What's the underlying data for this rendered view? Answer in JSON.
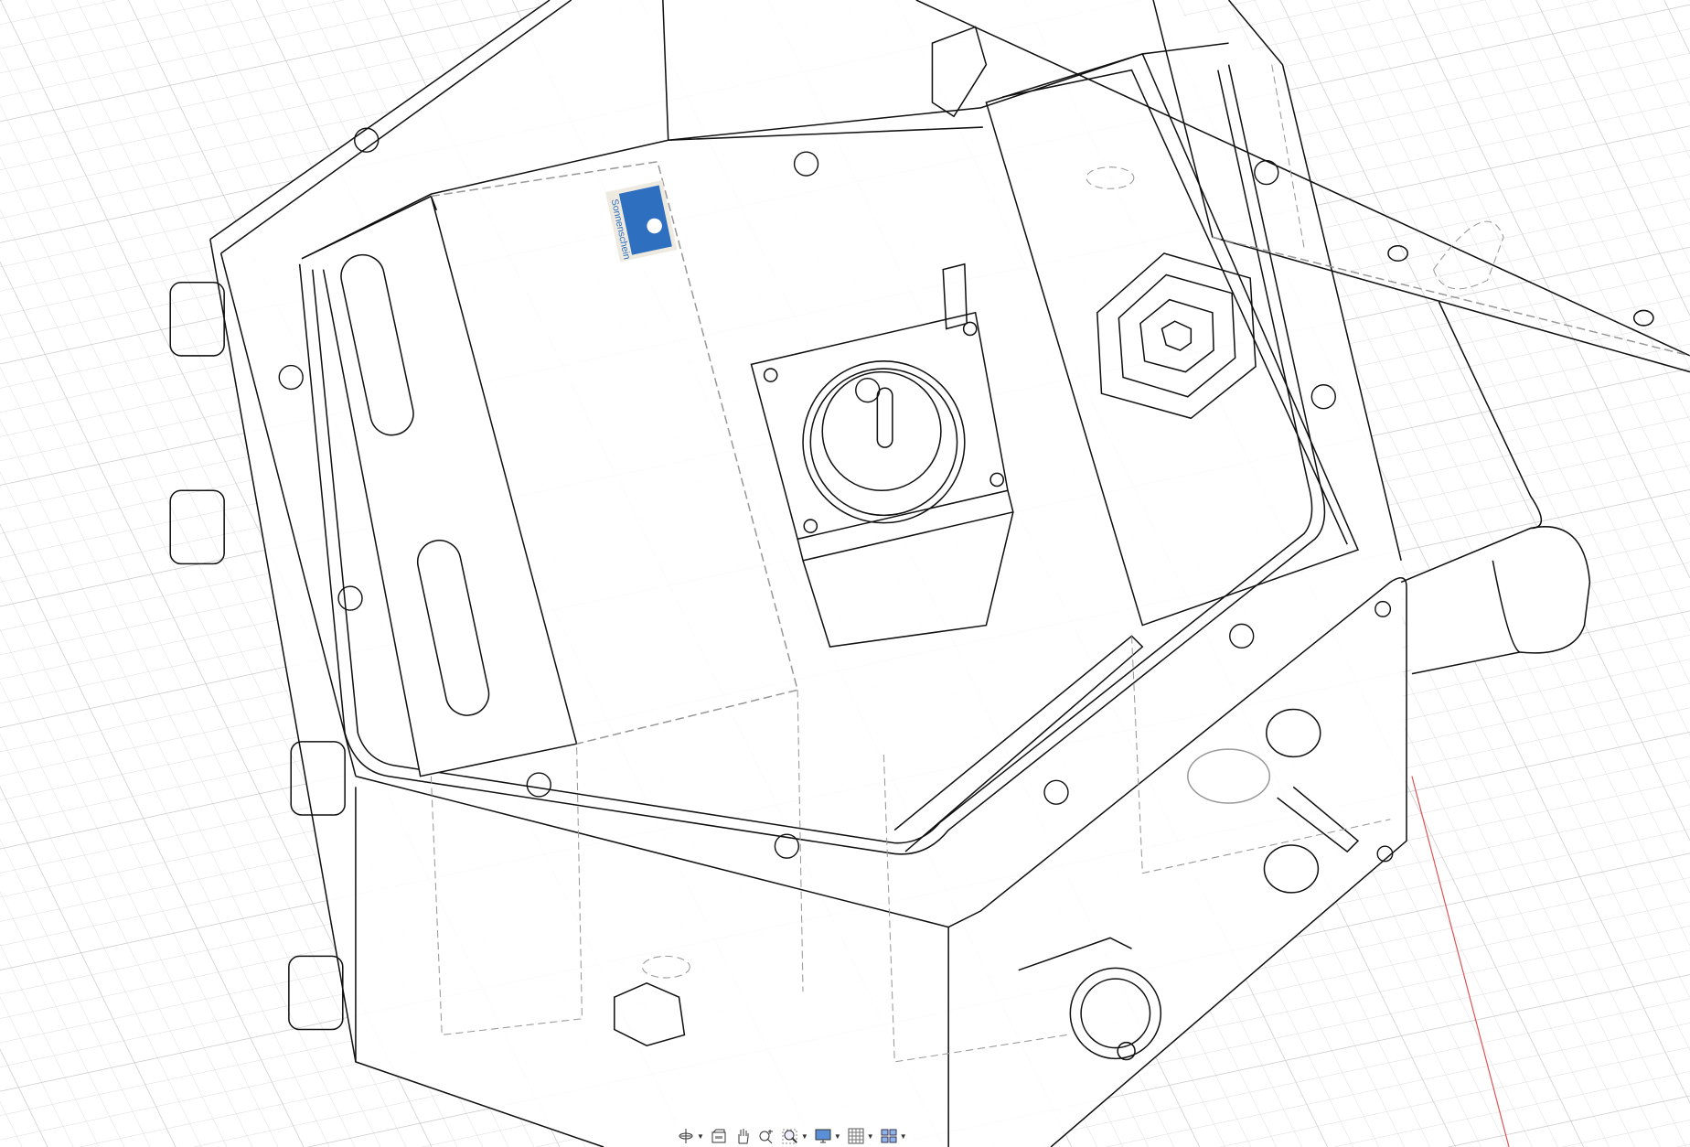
{
  "viewport": {
    "label_logo": "Sonnenschein",
    "colors": {
      "grid": "#d9d9d9",
      "grid_major": "#c4c4c4",
      "lines": "#111111",
      "hidden": "#9a9a9a",
      "axis": "#e05050",
      "logo_blue": "#2f6fc0"
    }
  },
  "toolbar": {
    "items": [
      {
        "name": "orbit",
        "icon": "orbit-icon",
        "dropdown": true
      },
      {
        "name": "look-at",
        "icon": "look-at-icon",
        "dropdown": false
      },
      {
        "name": "pan",
        "icon": "hand-icon",
        "dropdown": false
      },
      {
        "name": "zoom",
        "icon": "zoom-icon",
        "dropdown": false
      },
      {
        "name": "fit",
        "icon": "zoom-window-icon",
        "dropdown": true
      },
      {
        "name": "display-settings",
        "icon": "monitor-icon",
        "dropdown": true
      },
      {
        "name": "grid-snaps",
        "icon": "grid-icon",
        "dropdown": true
      },
      {
        "name": "viewports",
        "icon": "viewports-icon",
        "dropdown": true
      }
    ]
  }
}
